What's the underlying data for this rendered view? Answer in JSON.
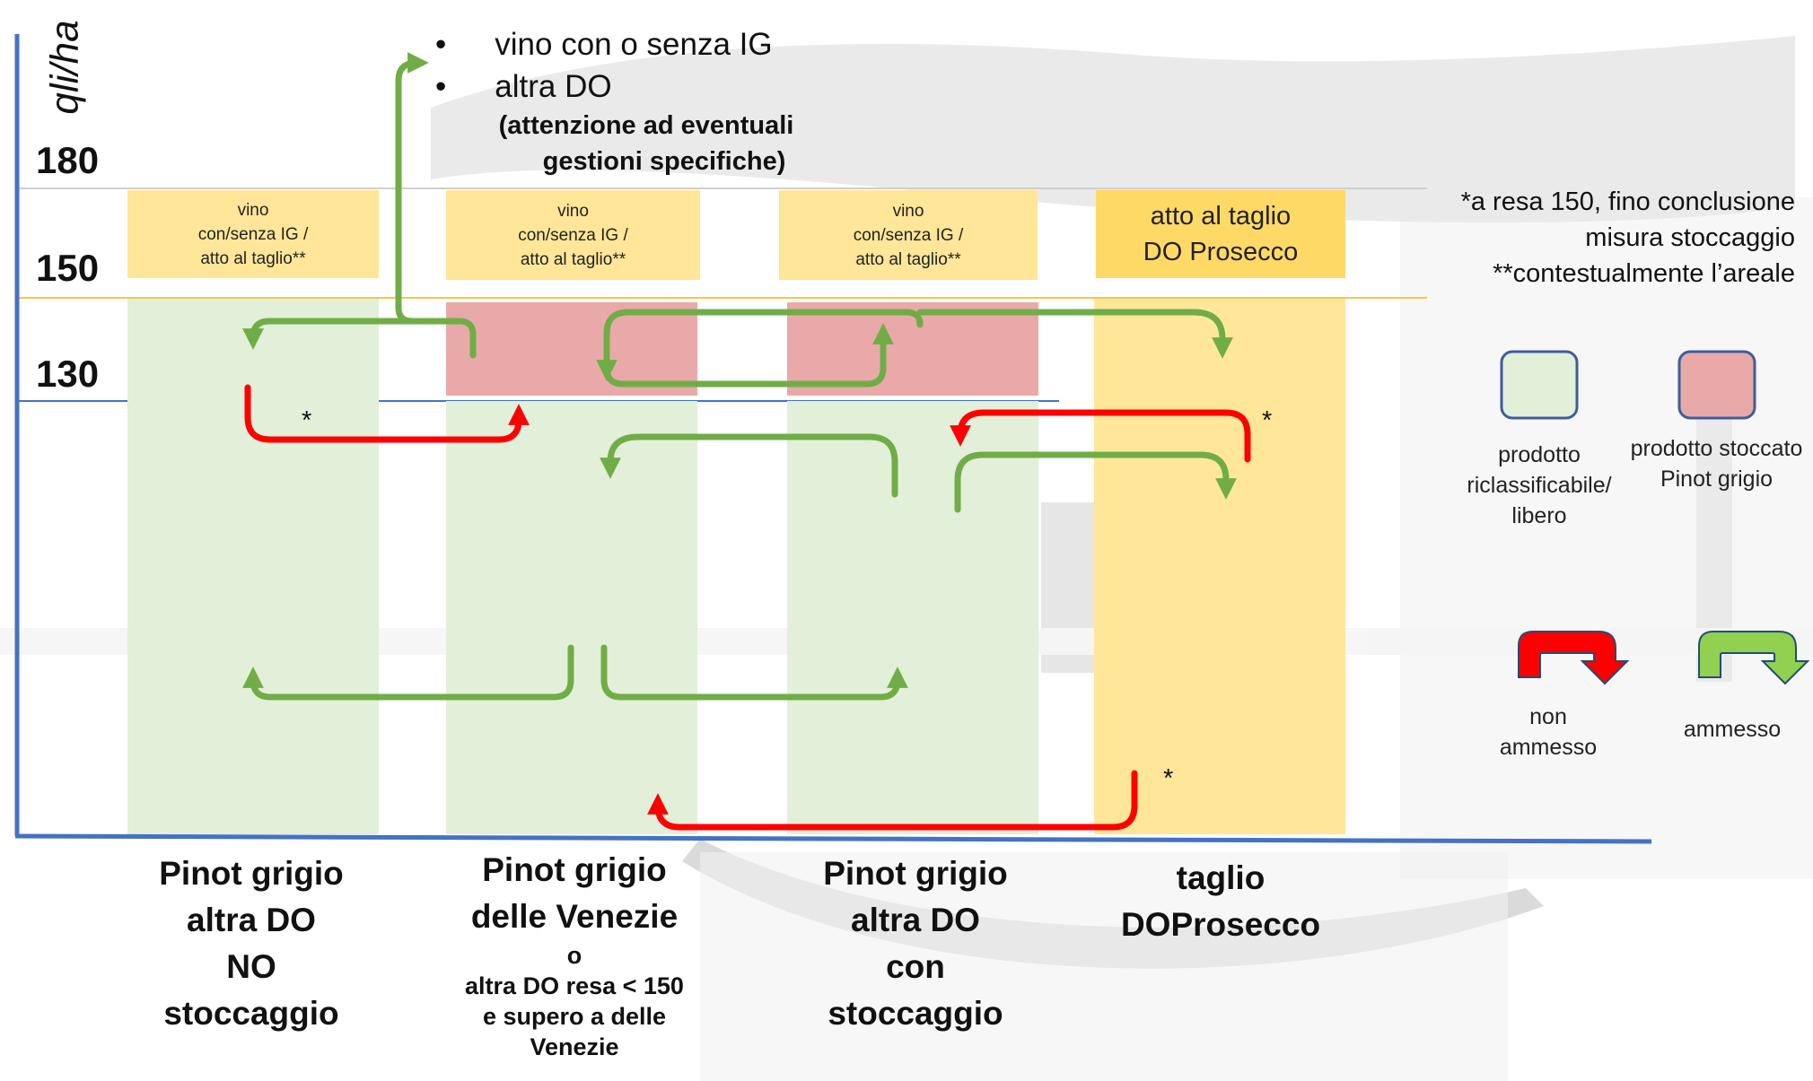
{
  "y_axis": {
    "unit": "qli/ha",
    "ticks": [
      "180",
      "150",
      "130"
    ]
  },
  "top_note": {
    "bullets": [
      "vino con o senza IG",
      "altra DO"
    ],
    "bold_lines": [
      "(attenzione ad eventuali",
      "gestioni specifiche)"
    ]
  },
  "columns": [
    {
      "top_box": [
        "vino",
        "con/senza IG /",
        "atto al taglio**"
      ],
      "name_lines": [
        "Pinot grigio",
        "altra DO",
        "NO",
        "stoccaggio"
      ]
    },
    {
      "top_box": [
        "vino",
        "con/senza IG /",
        "atto al taglio**"
      ],
      "name_lines": [
        "Pinot grigio",
        "delle Venezie"
      ],
      "name_sub_lines": [
        "o",
        "altra DO resa < 150",
        "e supero a delle",
        "Venezie"
      ]
    },
    {
      "top_box": [
        "vino",
        "con/senza IG /",
        "atto al taglio**"
      ],
      "name_lines": [
        "Pinot grigio",
        "altra DO",
        "con",
        "stoccaggio"
      ]
    },
    {
      "top_box": [
        "atto al taglio",
        "DO Prosecco"
      ],
      "name_lines": [
        "taglio",
        "DOProsecco"
      ]
    }
  ],
  "footnotes": [
    "*a resa 150, fino conclusione",
    "misura stoccaggio",
    "**contestualmente l’areale"
  ],
  "legend": {
    "green_box": [
      "prodotto",
      "riclassificabile/",
      "libero"
    ],
    "pink_box": [
      "prodotto stoccato",
      "Pinot grigio"
    ],
    "red_arrow": [
      "non",
      "ammesso"
    ],
    "green_arrow": [
      "ammesso"
    ]
  },
  "stars": [
    "*",
    "*",
    "*"
  ],
  "colors": {
    "green_fill": "#e2efd9",
    "pink_fill": "#eaa9a9",
    "yellow_fill": "#ffe699",
    "yellow_box_dark": "#ffd966",
    "green_arrow": "#70ad47",
    "red_arrow": "#ff0000",
    "axis_blue": "#4472c4"
  }
}
